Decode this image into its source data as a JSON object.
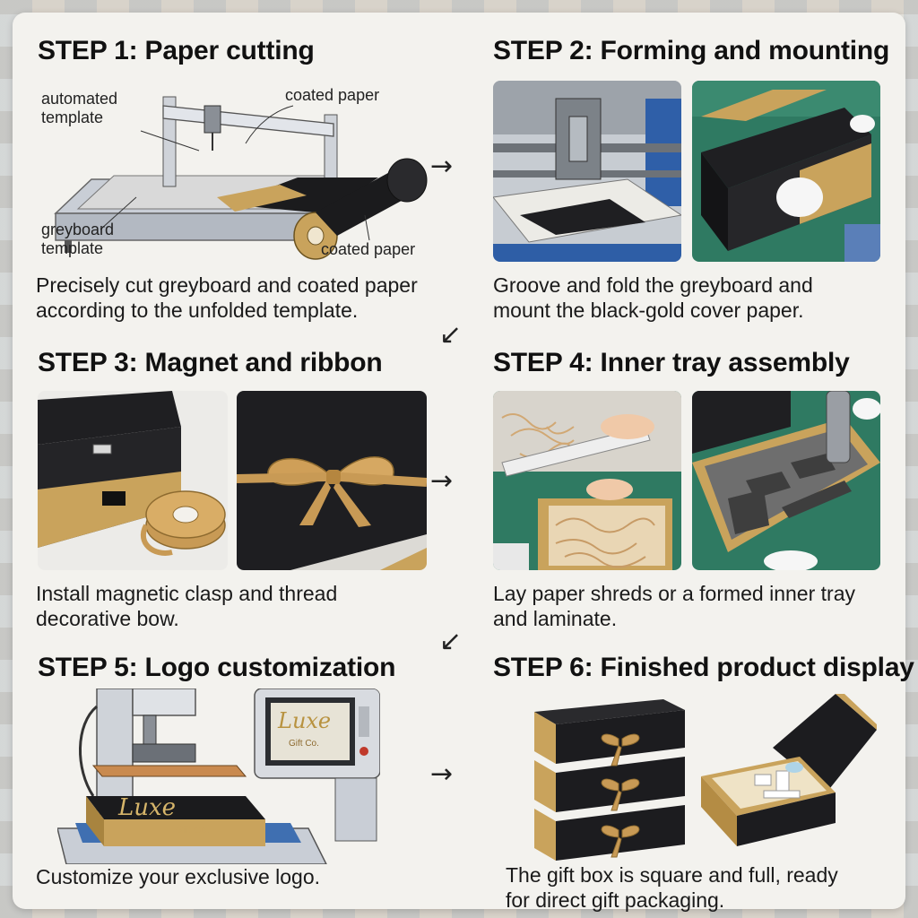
{
  "steps": [
    {
      "title": "STEP 1: Paper cutting",
      "caption_lines": [
        "Precisely cut greyboard and coated paper",
        "according to the unfolded template."
      ],
      "labels": {
        "automated_template": [
          "automated",
          "template"
        ],
        "coated_paper_top": "coated paper",
        "greyboard_template": [
          "greyboard",
          "template"
        ],
        "coated_paper_roll": "coated paper"
      }
    },
    {
      "title": "STEP 2: Forming and mounting",
      "caption_lines": [
        "Groove and fold the greyboard and",
        "mount the black-gold cover paper."
      ]
    },
    {
      "title": "STEP 3: Magnet and ribbon",
      "caption_lines": [
        "Install magnetic clasp and thread",
        "decorative bow."
      ]
    },
    {
      "title": "STEP 4: Inner tray assembly",
      "caption_lines": [
        "Lay paper shreds or a formed inner tray",
        "and laminate."
      ]
    },
    {
      "title": "STEP 5: Logo customization",
      "caption_lines": [
        "Customize your exclusive logo."
      ],
      "logo_text": {
        "brand": "Luxe",
        "sub": "Gift Co."
      }
    },
    {
      "title": "STEP 6: Finished product display",
      "caption_lines": [
        "The gift box is square and full, ready",
        "for direct gift packaging."
      ]
    }
  ],
  "arrows": {
    "right": "→",
    "down_left": "↙"
  },
  "colors": {
    "card": "#f3f2ee",
    "black_board": "#1f1f22",
    "gold": "#c9a35c",
    "ribbon": "#c89a55",
    "green_mat": "#2f7a62",
    "machine": "#d8dbe0"
  }
}
